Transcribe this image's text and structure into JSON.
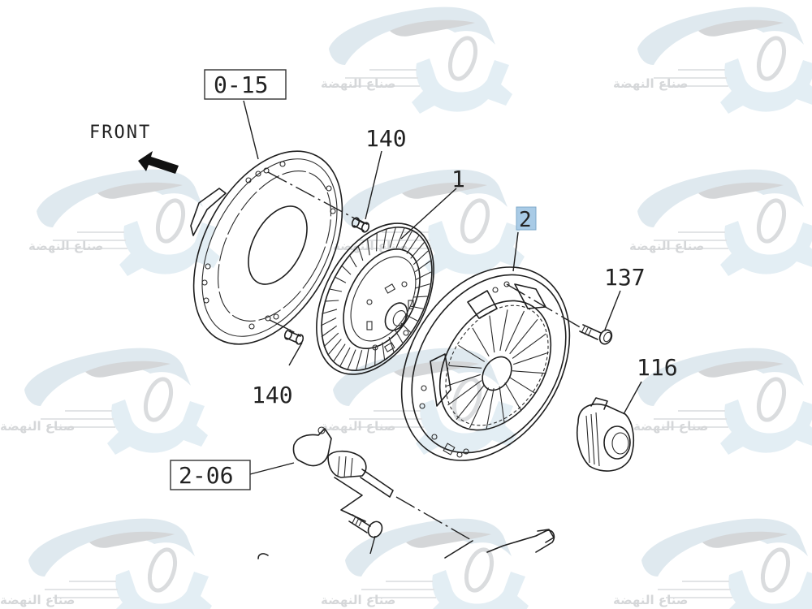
{
  "diagram": {
    "type": "exploded parts diagram",
    "subject": "clutch assembly",
    "direction_label": "FRONT",
    "callouts": [
      {
        "id": "ref-0-15",
        "text": "0-15",
        "style": "boxed",
        "part": "flywheel"
      },
      {
        "id": "ref-2-06",
        "text": "2-06",
        "style": "boxed",
        "part": "clutch release fork / slave cylinder"
      },
      {
        "id": "part-140-top",
        "text": "140",
        "style": "plain",
        "part": "dowel pin"
      },
      {
        "id": "part-140-bottom",
        "text": "140",
        "style": "plain",
        "part": "dowel pin"
      },
      {
        "id": "part-1",
        "text": "1",
        "style": "plain",
        "part": "clutch disc"
      },
      {
        "id": "part-2",
        "text": "2",
        "style": "highlighted",
        "part": "pressure plate / clutch cover"
      },
      {
        "id": "part-137",
        "text": "137",
        "style": "plain",
        "part": "bolt"
      },
      {
        "id": "part-116",
        "text": "116",
        "style": "plain",
        "part": "release bearing"
      }
    ],
    "highlight_color": "#a9cbe6"
  },
  "watermark": {
    "text": "صناع النهضة",
    "repeat": "tiled grid",
    "colors": {
      "car": "#dfe9ef",
      "gear": "#e3eef4",
      "text": "#d5d7d9"
    }
  }
}
